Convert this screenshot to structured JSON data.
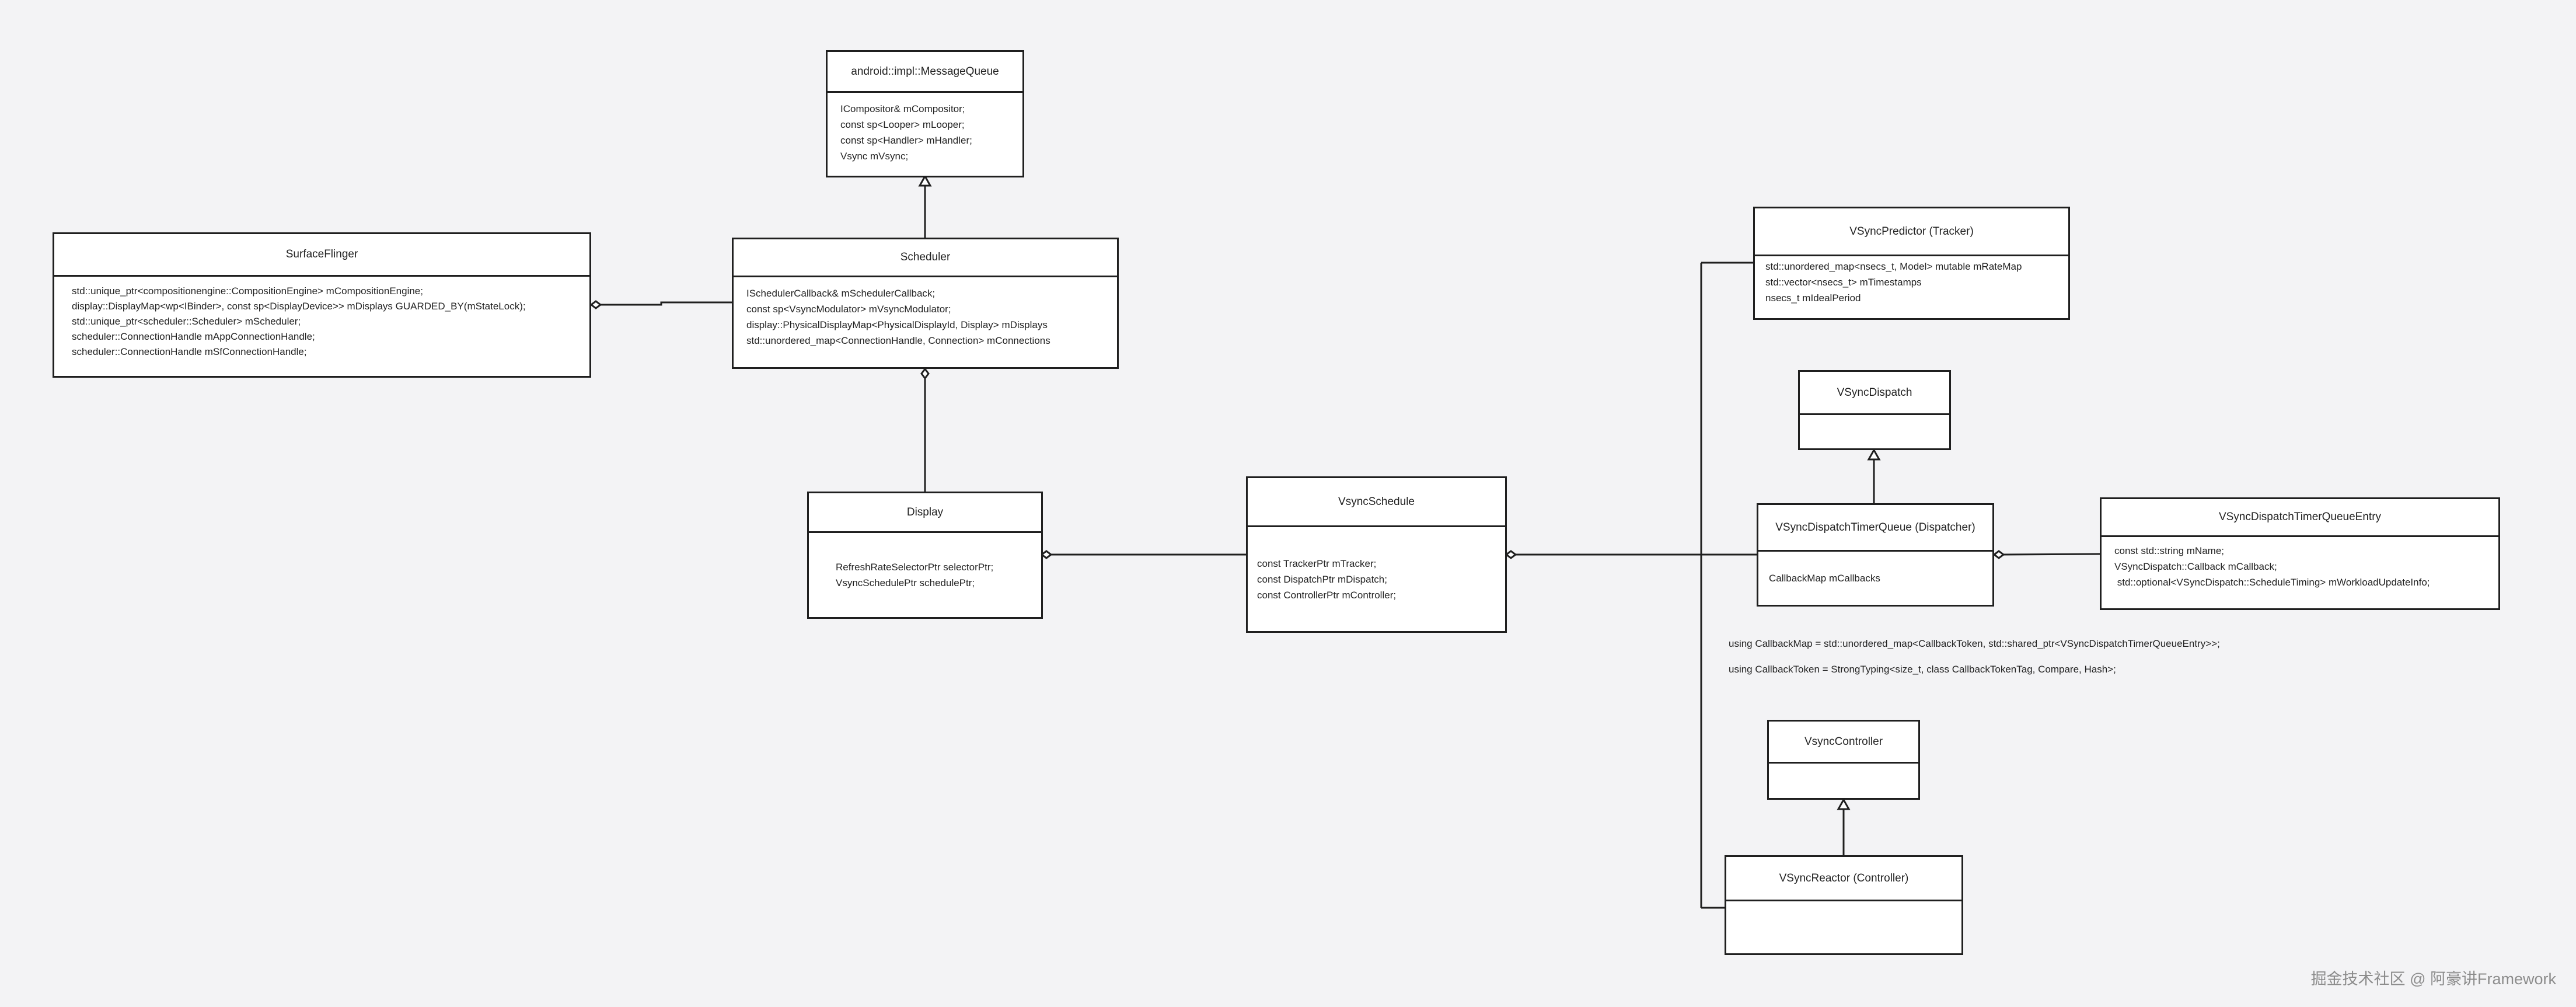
{
  "colors": {
    "background": "#f3f3f5",
    "box_border": "#1f1f1f",
    "box_fill": "#ffffff",
    "line": "#1f1f1f"
  },
  "classes": {
    "message_queue": {
      "name": "android::impl::MessageQueue",
      "fields": [
        "ICompositor& mCompositor;",
        "const sp<Looper> mLooper;",
        "const sp<Handler> mHandler;",
        "Vsync mVsync;"
      ]
    },
    "surface_flinger": {
      "name": "SurfaceFlinger",
      "fields": [
        "std::unique_ptr<compositionengine::CompositionEngine> mCompositionEngine;",
        "display::DisplayMap<wp<IBinder>, const sp<DisplayDevice>> mDisplays GUARDED_BY(mStateLock);",
        "std::unique_ptr<scheduler::Scheduler> mScheduler;",
        "scheduler::ConnectionHandle mAppConnectionHandle;",
        "scheduler::ConnectionHandle mSfConnectionHandle;"
      ]
    },
    "scheduler": {
      "name": "Scheduler",
      "fields": [
        "ISchedulerCallback& mSchedulerCallback;",
        "const sp<VsyncModulator> mVsyncModulator;",
        "display::PhysicalDisplayMap<PhysicalDisplayId, Display> mDisplays",
        "std::unordered_map<ConnectionHandle, Connection> mConnections"
      ]
    },
    "display": {
      "name": "Display",
      "fields": [
        "RefreshRateSelectorPtr selectorPtr;",
        "VsyncSchedulePtr schedulePtr;"
      ]
    },
    "vsync_schedule": {
      "name": "VsyncSchedule",
      "fields": [
        "const TrackerPtr mTracker;",
        "const DispatchPtr mDispatch;",
        "const ControllerPtr mController;"
      ]
    },
    "vsync_predictor": {
      "name": "VSyncPredictor (Tracker)",
      "fields": [
        "std::unordered_map<nsecs_t, Model> mutable mRateMap",
        "std::vector<nsecs_t> mTimestamps",
        "nsecs_t mIdealPeriod"
      ]
    },
    "vsync_dispatch": {
      "name": "VSyncDispatch",
      "fields": []
    },
    "vsync_dispatch_timer_queue": {
      "name": "VSyncDispatchTimerQueue (Dispatcher)",
      "fields": [
        "CallbackMap mCallbacks"
      ]
    },
    "vsync_dispatch_timer_queue_entry": {
      "name": "VSyncDispatchTimerQueueEntry",
      "fields": [
        "const std::string mName;",
        "VSyncDispatch::Callback mCallback;",
        " std::optional<VSyncDispatch::ScheduleTiming> mWorkloadUpdateInfo;"
      ]
    },
    "vsync_controller": {
      "name": "VsyncController",
      "fields": []
    },
    "vsync_reactor": {
      "name": "VSyncReactor (Controller)",
      "fields": []
    }
  },
  "notes": [
    "using CallbackMap = std::unordered_map<CallbackToken, std::shared_ptr<VSyncDispatchTimerQueueEntry>>;",
    "using CallbackToken = StrongTyping<size_t, class CallbackTokenTag, Compare, Hash>;"
  ],
  "watermark": "掘金技术社区 @ 阿豪讲Framework"
}
